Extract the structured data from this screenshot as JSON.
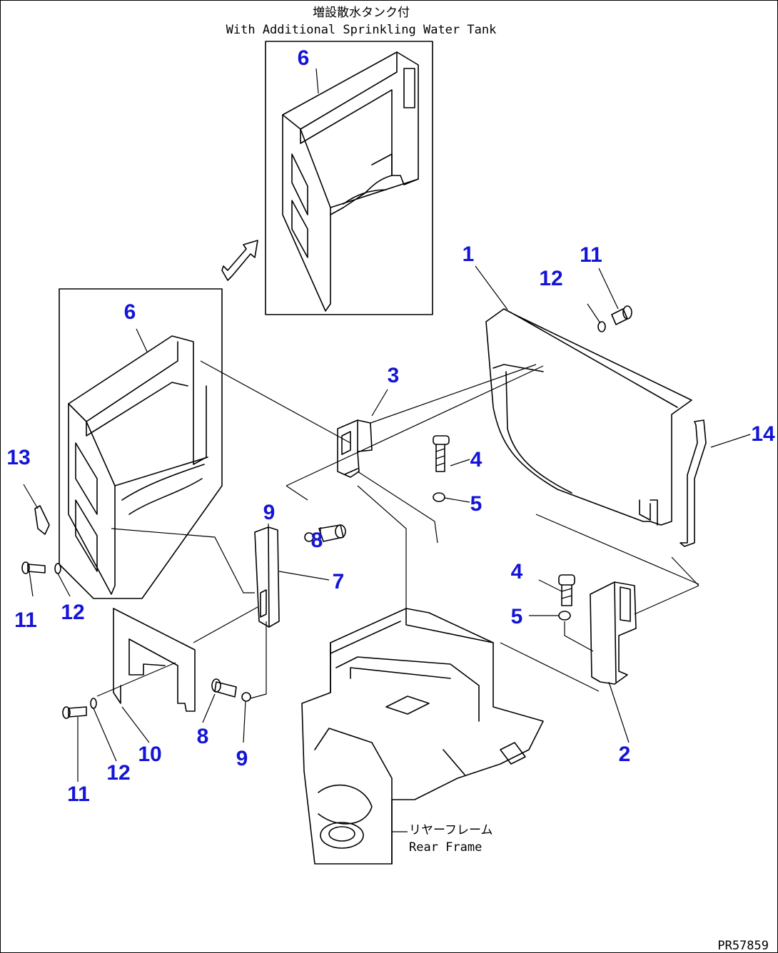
{
  "header": {
    "title_jp": "増設散水タンク付",
    "title_en": "With Additional Sprinkling Water Tank"
  },
  "rear_frame": {
    "label_jp": "リヤーフレーム",
    "label_en": "Rear Frame"
  },
  "drawing_id": "PR57859",
  "callouts": {
    "c1": "1",
    "c2": "2",
    "c3": "3",
    "c4a": "4",
    "c4b": "4",
    "c5a": "5",
    "c5b": "5",
    "c6a": "6",
    "c6b": "6",
    "c7": "7",
    "c8a": "8",
    "c8b": "8",
    "c9a": "9",
    "c9b": "9",
    "c10": "10",
    "c11a": "11",
    "c11b": "11",
    "c11c": "11",
    "c12a": "12",
    "c12b": "12",
    "c12c": "12",
    "c13": "13",
    "c14": "14"
  }
}
